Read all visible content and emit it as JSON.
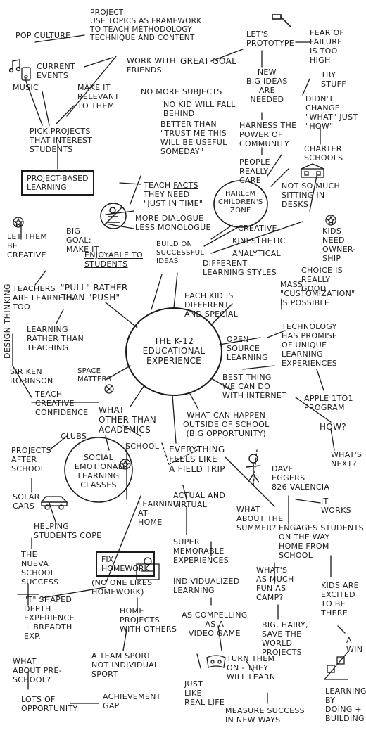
{
  "center": "The K-12\nEducational\nExperience",
  "nodes": {
    "pop_culture": "Pop culture",
    "music": "Music",
    "current_events": "Current\nevents",
    "project_topics": "Project\nuse topics as framework\nto teach methodology\ntechnique and content",
    "work_with_friends": "Work with\nfriends",
    "make_relevant": "Make it\nrelevant\nto them",
    "pick_projects": "Pick projects\nthat interest\nstudents",
    "project_based": "Project-based\nlearning",
    "teach_facts_pre": "Teach",
    "teach_facts_u": "facts",
    "teach_facts_post": "they need\n\"just in time\"",
    "no_more_subjects": "No more subjects",
    "no_kid_behind": "No kid will fall\nbehind",
    "better_than": "Better than\n\"trust me this\nwill be useful\nsomeday\"",
    "great_goal": "Great goal",
    "lets_prototype": "Let's\nprototype",
    "fear_failure": "Fear of\nfailure\nis too\nhigh",
    "try_stuff": "Try\nstuff",
    "new_big_ideas": "New\nbig ideas\nare\nneeded",
    "didnt_change": "Didn't\nchange\n\"what\" just\n\"how\"",
    "harness": "Harness the\npower of\ncommunity",
    "charter": "Charter\nschools",
    "people_care": "People\nreally\ncare",
    "harlem": "Harlem\nchildren's\nzone",
    "not_sitting": "Not so much\nsitting in\ndesks",
    "more_dialogue": "More dialogue\nless monologue",
    "let_creative": "Let them\nbe\ncreative",
    "big_goal": "Big\ngoal:\nmake it",
    "enjoyable": "enjoyable to\nstudents",
    "creative": "Creative",
    "kinesthetic": "Kinesthetic",
    "analytical": "Analytical",
    "kids_ownership": "Kids\nneed\nowner-\nship",
    "choice_good": "Choice is\nreally\ngood",
    "build_on_ideas": "Build on\nsuccessful\nideas",
    "different_styles": "Different\nlearning styles",
    "teachers_learners": "Teachers\nare learners,\ntoo",
    "pull_rather": "\"Pull\" rather\nthan \"push\"",
    "each_kid": "Each kid is\ndifferent\nand special",
    "mass_custom": "Mass\n\"customization\"\nis possible",
    "design_thinking": "Design\nthinking",
    "learning_teaching": "Learning\nrather than\nteaching",
    "open_source": "Open\nsource\nlearning",
    "technology": "Technology\nhas promise\nof unique\nlearning\nexperiences",
    "sir_ken": "Sir Ken\nRobinson",
    "space_matters": "Space\nmatters",
    "best_thing": "Best thing\nwe can do\nwith internet",
    "teach_creative": "Teach\ncreative\nconfidence",
    "apple": "Apple 1to1\nprogram",
    "how": "How?",
    "whats_next": "What's\nnext?",
    "what_other": "What\nother than\nacademics",
    "what_happen": "What can happen\noutside of school\n(big opportunity)",
    "clubs": "Clubs",
    "school": "School",
    "projects_after": "Projects\nafter\nschool",
    "social_emotional": "Social\nemotional\nlearning\nclasses",
    "everything_field": "Everything\nfeels like\na field trip",
    "solar_cars": "Solar\ncars",
    "dave_eggers": "Dave\nEggers\n826 Valencia",
    "it_works": "It\nworks",
    "helping": "Helping\nstudents cope",
    "learning_home": "Learning\nat\nhome",
    "actual_virtual": "Actual and\nvirtual",
    "what_summer": "What\nabout the\nsummer?",
    "engages": "Engages students\non the way\nhome from\nschool",
    "nueva": "The\nNueva\nSchool\nsuccess",
    "fix_homework": "Fix\nhomework",
    "no_one_likes": "(No one likes\nhomework)",
    "super_memorable": "Super\nmemorable\nexperiences",
    "whats_as_fun": "What's\nas much\nfun as\ncamp?",
    "kids_excited": "Kids are\nexcited\nto be\nthere",
    "t_shaped": "\"T\" shaped\ndepth\nexperience\n+ breadth\nexp.",
    "individualized": "Individualized\nlearning",
    "home_projects": "Home\nprojects\nwith others",
    "big_hairy": "Big, hairy,\nsave the\nworld\nprojects",
    "a_win": "A\nwin",
    "compelling": "As compelling\nas a\nvideo game",
    "team_sport": "A team sport\nnot individual\nsport",
    "what_preschool": "What\nabout pre-\nschool?",
    "turn_them_on": "Turn them\non - they\nwill learn",
    "learning_doing": "Learning\nby\ndoing +\nbuilding",
    "just_like": "Just\nlike\nreal life",
    "lots_opportunity": "Lots of\nopportunity",
    "achievement_gap": "Achievement\ngap",
    "measure_success": "Measure success\nin new ways"
  }
}
